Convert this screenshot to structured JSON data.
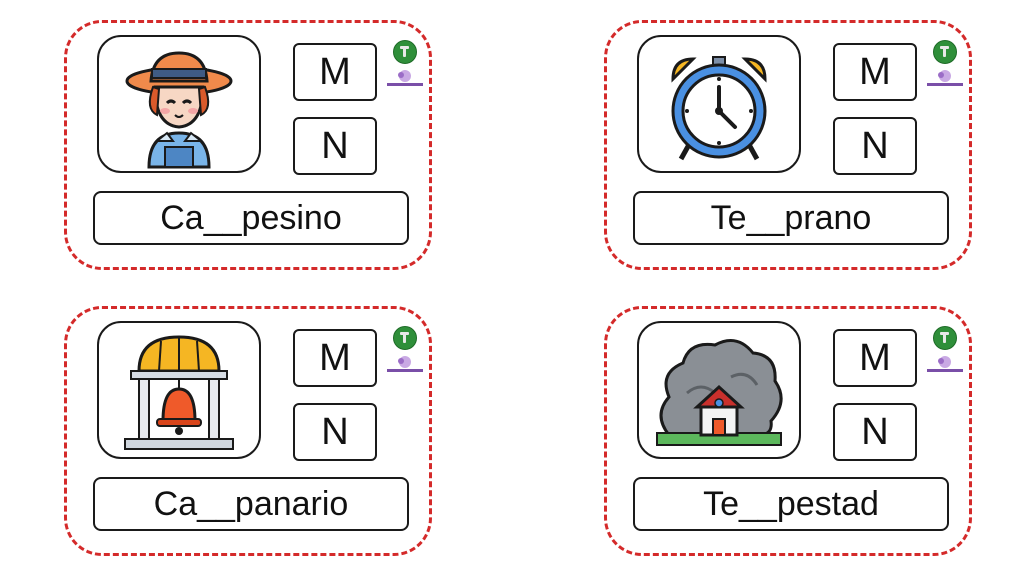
{
  "cards": [
    {
      "icon": "farmer-icon",
      "options": [
        "M",
        "N"
      ],
      "word": "Ca__pesino"
    },
    {
      "icon": "alarm-clock-icon",
      "options": [
        "M",
        "N"
      ],
      "word": "Te__prano"
    },
    {
      "icon": "bell-tower-icon",
      "options": [
        "M",
        "N"
      ],
      "word": "Ca__panario"
    },
    {
      "icon": "storm-house-icon",
      "options": [
        "M",
        "N"
      ],
      "word": "Te__pestad"
    }
  ],
  "colors": {
    "dashed_border": "#d42a2a",
    "badge_green": "#2f8f3a"
  }
}
